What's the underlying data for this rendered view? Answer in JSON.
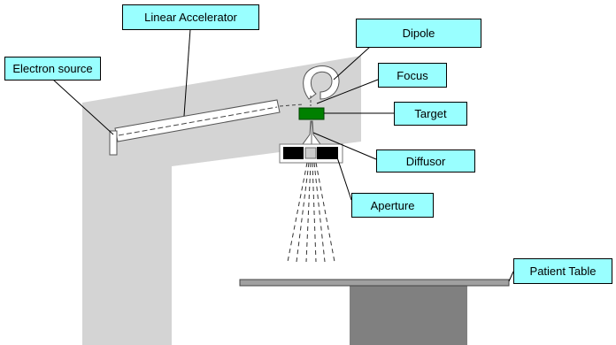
{
  "labels": {
    "linear_accelerator": "Linear Accelerator",
    "electron_source": "Electron source",
    "dipole": "Dipole",
    "focus": "Focus",
    "target": "Target",
    "diffusor": "Diffusor",
    "aperture": "Aperture",
    "patient_table": "Patient Table"
  },
  "colors": {
    "label_fill": "#99ffff",
    "gantry": "#d4d4d4",
    "target": "#008000",
    "table_top": "#a0a0a0",
    "table_base": "#808080",
    "aperture_blocks": "#000000"
  }
}
